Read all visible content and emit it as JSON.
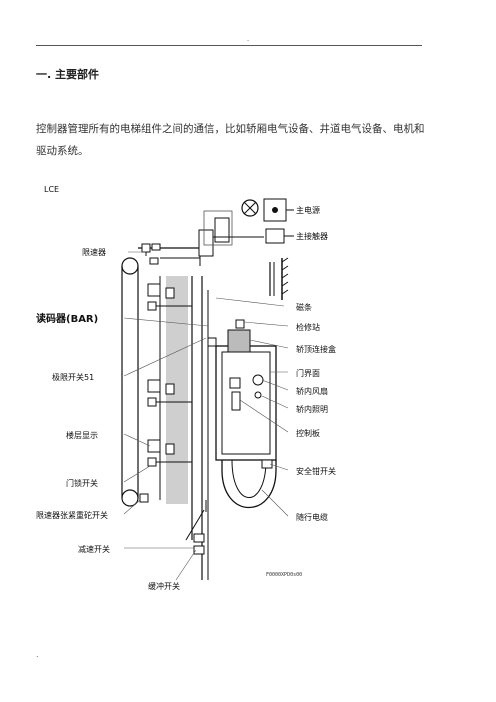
{
  "header": {
    "mark": "."
  },
  "section": {
    "heading": "一. 主要部件"
  },
  "body": {
    "paragraph": "控制器管理所有的电梯组件之间的通信，比如轿厢电气设备、井道电气设备、电机和驱动系统。"
  },
  "diagram": {
    "labels": {
      "lce": "LCE",
      "main_power": "主电源",
      "main_contactor": "主接触器",
      "speed_limiter": "限速器",
      "magnet_strip": "磁条",
      "reader": "读码器(BAR)",
      "inspection": "检修站",
      "car_top_box": "轿顶连接盒",
      "door_operator": "门界面",
      "limit_switch": "极限开关51",
      "car_fan": "轿内风扇",
      "car_light": "轿内照明",
      "floor_display": "楼层显示",
      "control_panel": "控制板",
      "door_lock": "门锁开关",
      "safety_gear": "安全钳开关",
      "tension_switch": "限速器张紧重砣开关",
      "travel_cable": "随行电缆",
      "slack_switch": "减速开关",
      "buffer_switch": "缓冲开关",
      "code": "F0000XPD0s00"
    }
  },
  "footer": {
    "mark": "."
  }
}
